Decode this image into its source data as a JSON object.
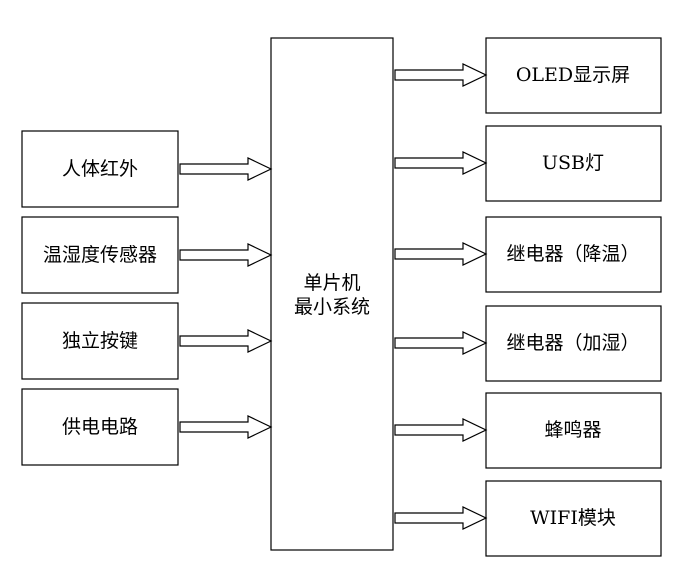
{
  "mcu": {
    "line1": "单片机",
    "line2": "最小系统"
  },
  "inputs": [
    {
      "label": "人体红外"
    },
    {
      "label": "温湿度传感器"
    },
    {
      "label": "独立按键"
    },
    {
      "label": "供电电路"
    }
  ],
  "outputs": [
    {
      "label": "OLED显示屏"
    },
    {
      "label": "USB灯"
    },
    {
      "label": "继电器（降温）"
    },
    {
      "label": "继电器（加湿）"
    },
    {
      "label": "蜂鸣器"
    },
    {
      "label": "WIFI模块"
    }
  ]
}
